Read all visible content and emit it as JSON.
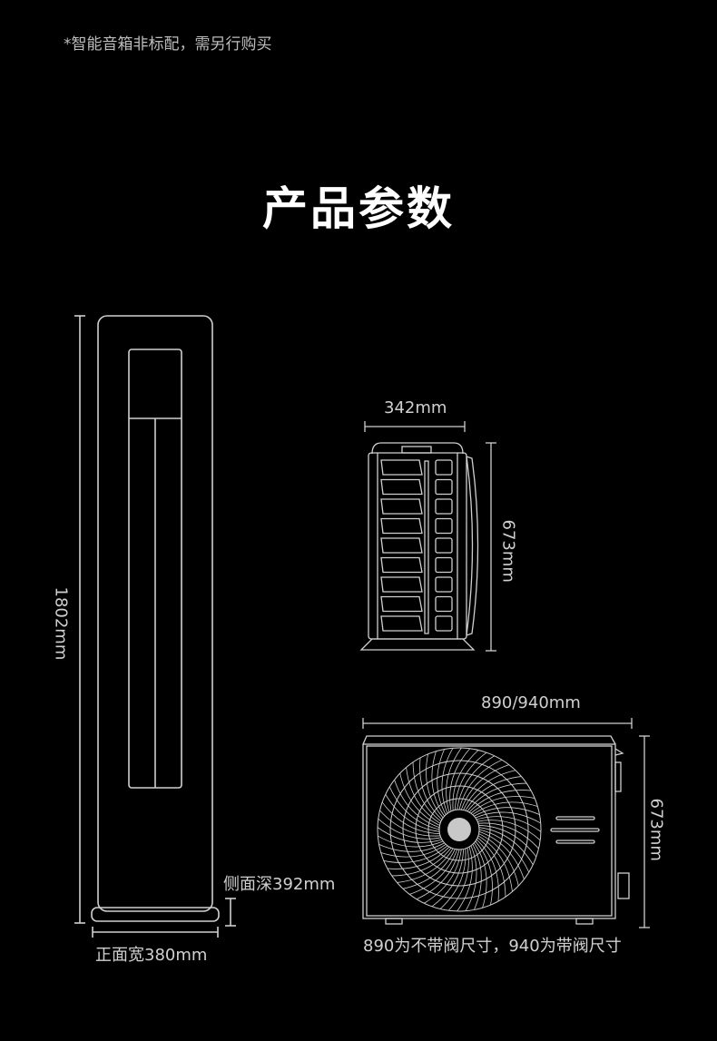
{
  "note": "*智能音箱非标配，需另行购买",
  "title": "产品参数",
  "indoor": {
    "height": "1802mm",
    "width": "正面宽380mm",
    "depth": "侧面深392mm"
  },
  "outdoor_side": {
    "width": "342mm",
    "height": "673mm"
  },
  "outdoor_front": {
    "width": "890/940mm",
    "height": "673mm",
    "caption": "890为不带阀尺寸，940为带阀尺寸"
  },
  "colors": {
    "line": "#cfcfcf",
    "background": "#000000"
  }
}
